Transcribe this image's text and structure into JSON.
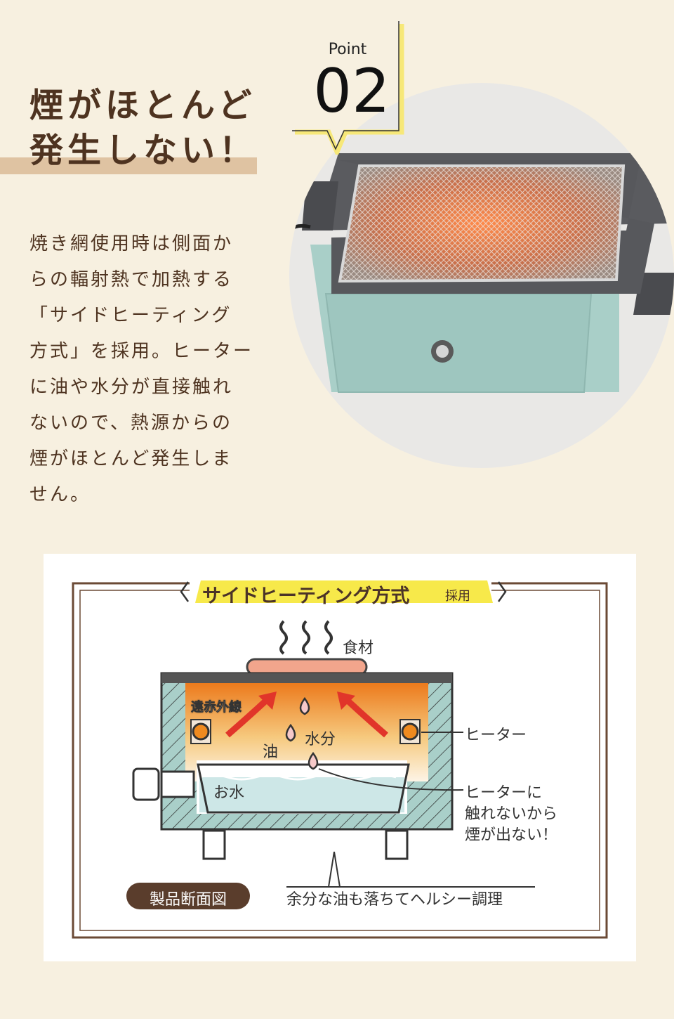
{
  "header": {
    "title_line1": "煙がほとんど",
    "title_line2": "発生しない！",
    "point_label": "Point",
    "point_number": "02"
  },
  "description": {
    "lines": [
      "焼き網使用時は側面か",
      "らの輻射熱で加熱する",
      "「サイドヒーティング",
      "方式」を採用。ヒーター",
      "に油や水分が直接触れ",
      "ないので、熱源からの",
      "煙がほとんど発生しま",
      "せん。"
    ]
  },
  "diagram": {
    "banner_main": "サイドヒーティング方式",
    "banner_sub": "採用",
    "food_label": "食材",
    "infrared_label": "遠赤外線",
    "oil_label": "油",
    "moisture_label": "水分",
    "water_label": "お水",
    "heater_label": "ヒーター",
    "callout_line1": "ヒーターに",
    "callout_line2": "触れないから",
    "callout_line3": "煙が出ない！",
    "section_badge": "製品断面図",
    "healthy_note": "余分な油も落ちてヘルシー調理"
  },
  "colors": {
    "background": "#f7f0e0",
    "title_brown": "#4e3320",
    "underline": "#dfc3a2",
    "banner_yellow": "#f7e94a",
    "appliance_mint": "#a7cfc9",
    "heat_orange": "#ef8a1f",
    "arrow_red": "#e1352a",
    "frame_brown": "#6b4a35"
  }
}
